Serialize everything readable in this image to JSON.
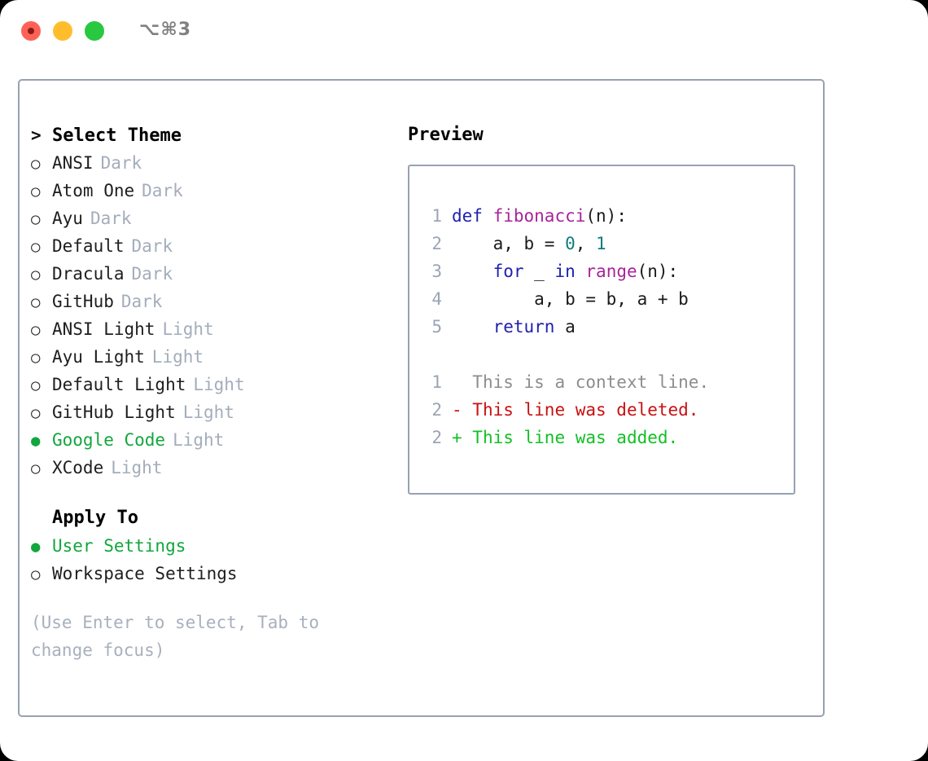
{
  "window": {
    "shortcut": "⌥⌘3",
    "traffic_lights": [
      "close-red",
      "minimize-yellow",
      "maximize-green"
    ],
    "colors": {
      "red": "#ff6159",
      "yellow": "#ffbd2e",
      "green": "#28c840",
      "border": "#97a2b2",
      "accent_green": "#12a63e",
      "muted": "#a3adbb",
      "hint": "#a8b0bd"
    }
  },
  "theme_picker": {
    "header": {
      "marker": ">",
      "label": "Select Theme"
    },
    "items": [
      {
        "marker": "○",
        "label": "ANSI",
        "variant": "Dark",
        "selected": false
      },
      {
        "marker": "○",
        "label": "Atom One",
        "variant": "Dark",
        "selected": false
      },
      {
        "marker": "○",
        "label": "Ayu",
        "variant": "Dark",
        "selected": false
      },
      {
        "marker": "○",
        "label": "Default",
        "variant": "Dark",
        "selected": false
      },
      {
        "marker": "○",
        "label": "Dracula",
        "variant": "Dark",
        "selected": false
      },
      {
        "marker": "○",
        "label": "GitHub",
        "variant": "Dark",
        "selected": false
      },
      {
        "marker": "○",
        "label": "ANSI Light",
        "variant": "Light",
        "selected": false
      },
      {
        "marker": "○",
        "label": "Ayu Light",
        "variant": "Light",
        "selected": false
      },
      {
        "marker": "○",
        "label": "Default Light",
        "variant": "Light",
        "selected": false
      },
      {
        "marker": "○",
        "label": "GitHub Light",
        "variant": "Light",
        "selected": false
      },
      {
        "marker": "●",
        "label": "Google Code",
        "variant": "Light",
        "selected": true
      },
      {
        "marker": "○",
        "label": "XCode",
        "variant": "Light",
        "selected": false
      }
    ]
  },
  "apply_to": {
    "header": {
      "marker": "",
      "label": "Apply To"
    },
    "items": [
      {
        "marker": "●",
        "label": "User Settings",
        "selected": true
      },
      {
        "marker": "○",
        "label": "Workspace Settings",
        "selected": false
      }
    ]
  },
  "hint": "(Use Enter to select, Tab to change focus)",
  "preview": {
    "title": "Preview",
    "code_lines": [
      {
        "number": "1",
        "tokens": [
          {
            "text": "def",
            "type": "keyword"
          },
          {
            "text": " ",
            "type": "plain"
          },
          {
            "text": "fibonacci",
            "type": "function"
          },
          {
            "text": "(n):",
            "type": "plain"
          }
        ]
      },
      {
        "number": "2",
        "tokens": [
          {
            "text": "    a, b = ",
            "type": "plain"
          },
          {
            "text": "0",
            "type": "number"
          },
          {
            "text": ", ",
            "type": "plain"
          },
          {
            "text": "1",
            "type": "number"
          }
        ]
      },
      {
        "number": "3",
        "tokens": [
          {
            "text": "    ",
            "type": "plain"
          },
          {
            "text": "for",
            "type": "keyword"
          },
          {
            "text": " _ ",
            "type": "plain"
          },
          {
            "text": "in",
            "type": "keyword"
          },
          {
            "text": " ",
            "type": "plain"
          },
          {
            "text": "range",
            "type": "function"
          },
          {
            "text": "(n):",
            "type": "plain"
          }
        ]
      },
      {
        "number": "4",
        "tokens": [
          {
            "text": "        a, b = b, a + b",
            "type": "plain"
          }
        ]
      },
      {
        "number": "5",
        "tokens": [
          {
            "text": "    ",
            "type": "plain"
          },
          {
            "text": "return",
            "type": "keyword"
          },
          {
            "text": " a",
            "type": "plain"
          }
        ]
      }
    ],
    "diff_lines": [
      {
        "number": "1",
        "sign": " ",
        "text": "This is a context line.",
        "kind": "context"
      },
      {
        "number": "2",
        "sign": "-",
        "text": "This line was deleted.",
        "kind": "deleted"
      },
      {
        "number": "2",
        "sign": "+",
        "text": "This line was added.",
        "kind": "added"
      }
    ]
  }
}
